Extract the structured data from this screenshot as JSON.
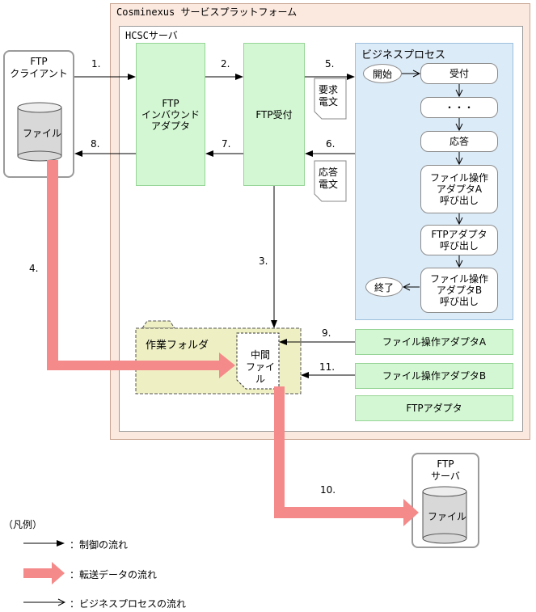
{
  "platform": {
    "title": "Cosminexus サービスプラットフォーム"
  },
  "hcsc": {
    "title": "HCSCサーバ"
  },
  "client": {
    "title": "FTP\nクライアント",
    "file": "ファイル"
  },
  "inbound_adapter": {
    "label": "FTP\nインバウンド\nアダプタ"
  },
  "ftp_receive": {
    "label": "FTP受付"
  },
  "business_process": {
    "title": "ビジネスプロセス",
    "start": "開始",
    "end": "終了",
    "steps": [
      "受付",
      "・・・",
      "応答",
      "ファイル操作\nアダプタA\n呼び出し",
      "FTPアダプタ\n呼び出し",
      "ファイル操作\nアダプタB\n呼び出し"
    ]
  },
  "messages": {
    "request": "要求\n電文",
    "response": "応答\n電文"
  },
  "work_folder": {
    "title": "作業フォルダ",
    "file": "中間\nファイル"
  },
  "adapters": [
    "ファイル操作アダプタA",
    "ファイル操作アダプタB",
    "FTPアダプタ"
  ],
  "ftp_server": {
    "title": "FTP\nサーバ",
    "file": "ファイル"
  },
  "arrow_labels": [
    "1.",
    "2.",
    "3.",
    "4.",
    "5.",
    "6.",
    "7.",
    "8.",
    "9.",
    "10.",
    "11."
  ],
  "legend": {
    "title": "（凡例）",
    "control": "：制御の流れ",
    "transfer": "：転送データの流れ",
    "process": "：ビジネスプロセスの流れ"
  },
  "colors": {
    "transfer_arrow": "#f58a8a",
    "adapter_fill": "#d3f7d3",
    "process_fill": "#dcebf8",
    "platform_fill": "#fbe9df",
    "folder_fill": "#eef0c4"
  }
}
